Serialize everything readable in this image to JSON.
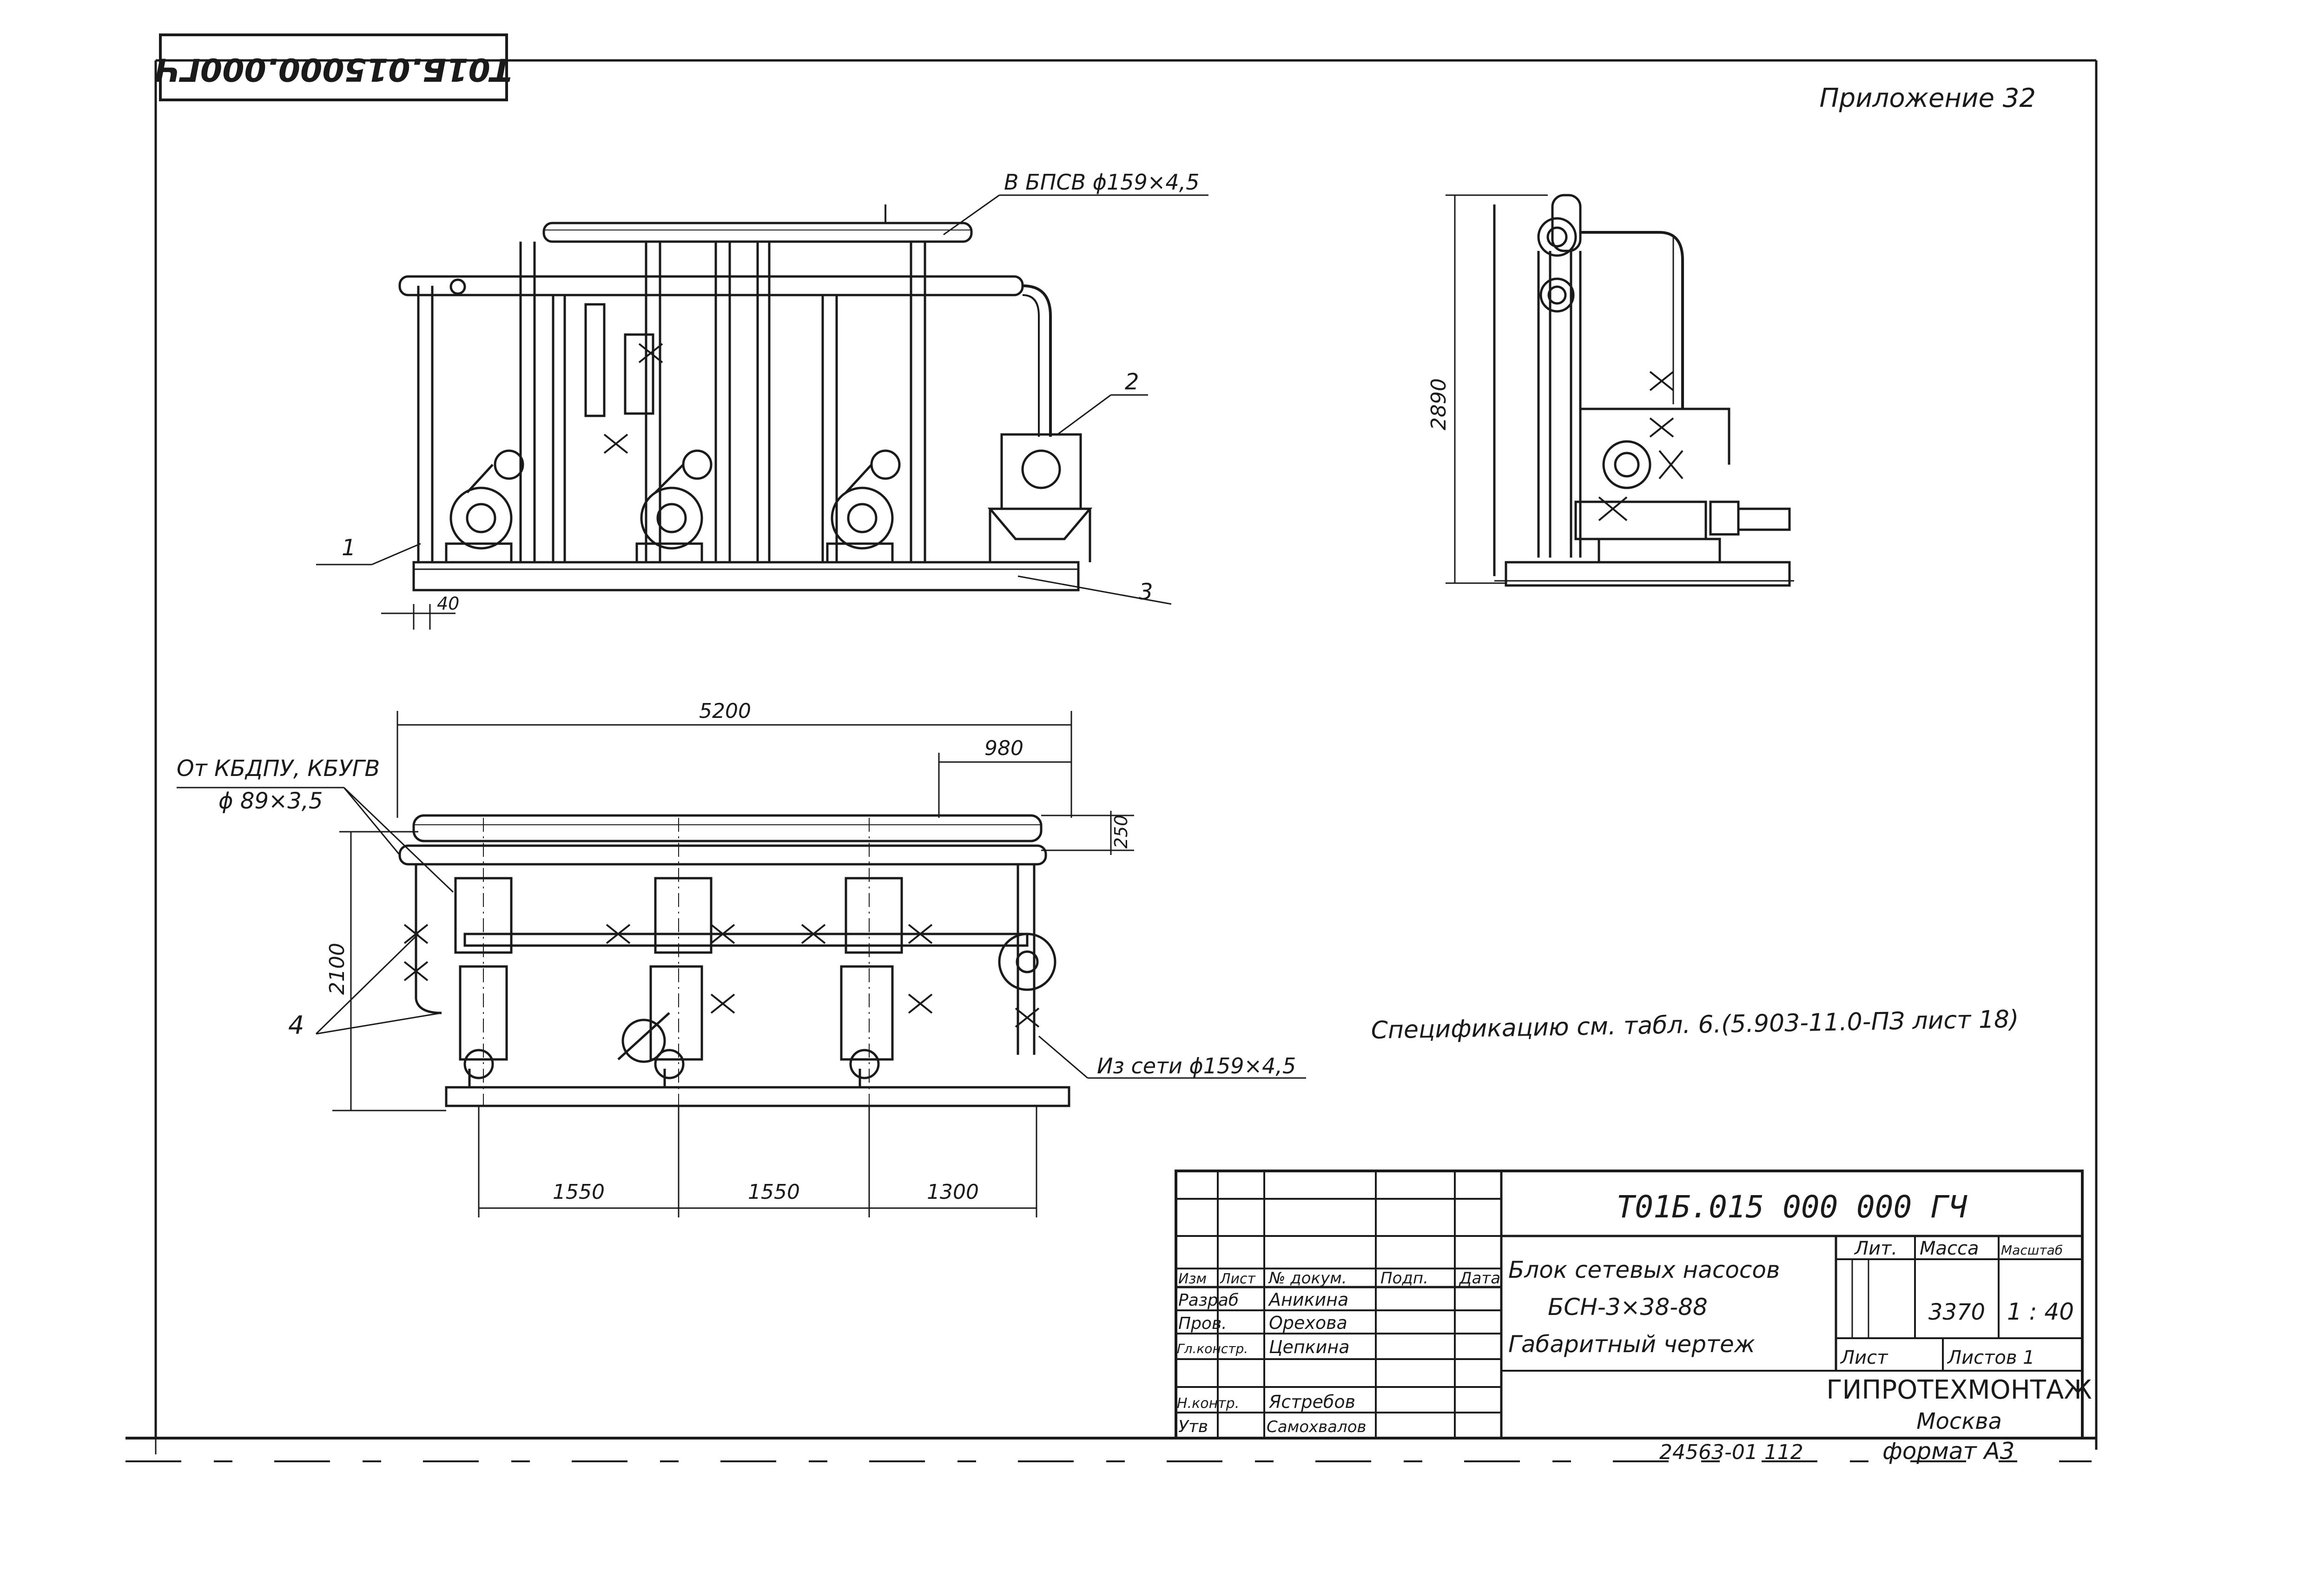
{
  "corner_code": "Т01Б.015000.000ГЧ",
  "appendix_label": "Приложение 32",
  "side_view": {
    "outlet_label": "В БПСВ ϕ159×4,5",
    "callout_1": "1",
    "callout_2": "2",
    "callout_3": "3",
    "dim_40": "40"
  },
  "plan_view": {
    "inlet_label_line1": "От КБДПУ, КБУГВ",
    "inlet_label_line2": "ϕ 89×3,5",
    "network_inlet": "Из сети ϕ159×4,5",
    "callout_4": "4",
    "dim_total": "5200",
    "dim_980": "980",
    "dim_250": "250",
    "dim_2100": "2100",
    "dim_1550_a": "1550",
    "dim_1550_b": "1550",
    "dim_1300": "1300"
  },
  "end_view": {
    "dim_height": "2890"
  },
  "spec_note": "Спецификацию см. табл. 6.(5.903-11.0-ПЗ лист 18)",
  "title_block": {
    "doc_code": "Т01Б.015 000 000 ГЧ",
    "title_line1": "Блок сетевых насосов",
    "title_line2": "БСН-3×38-88",
    "title_line3": "Габаритный чертеж",
    "hdr_izm": "Изм",
    "hdr_list": "Лист",
    "hdr_docnum": "№ докум.",
    "hdr_podp": "Подп.",
    "hdr_data": "Дата",
    "role_razrab": "Разраб",
    "role_prov": "Пров.",
    "role_glkonstr": "Гл.констр.",
    "role_nkontr": "Н.контр.",
    "role_utv": "Утв",
    "name_razrab": "Аникина",
    "name_prov": "Орехова",
    "name_glkonstr": "Цепкина",
    "name_nkontr": "Ястребов",
    "name_utv": "Самохвалов",
    "lbl_lit": "Лит.",
    "lbl_massa": "Масса",
    "lbl_masshtab": "Масштаб",
    "mass_value": "3370",
    "scale_value": "1 : 40",
    "lbl_sheet": "Лист",
    "lbl_sheets": "Листов 1",
    "org_name": "ГИПРОТЕХМОНТАЖ",
    "org_city": "Москва"
  },
  "footer_number": "24563-01   112",
  "footer_format": "формат А3"
}
